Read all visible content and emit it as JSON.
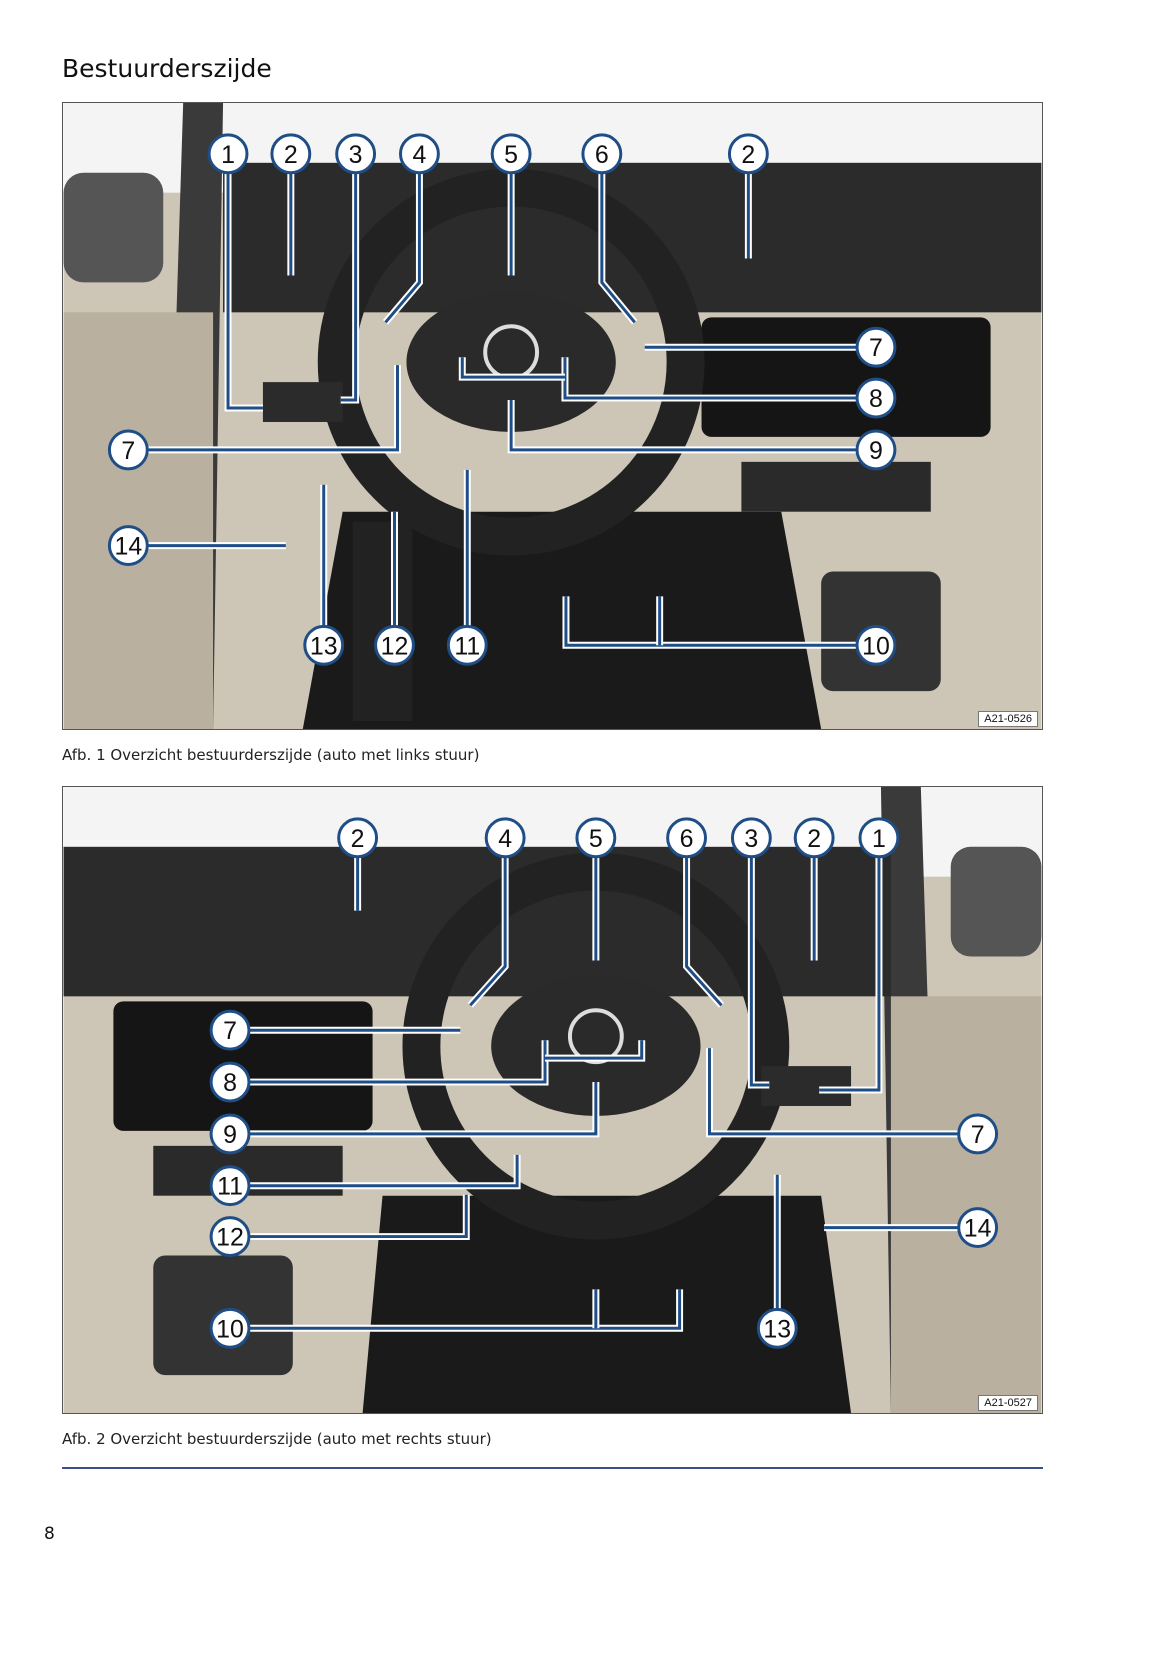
{
  "page": {
    "title": "Bestuurderszijde",
    "page_number": "8"
  },
  "figures": [
    {
      "code": "A21-0526",
      "caption": "Afb. 1 Overzicht bestuurderszijde (auto met links stuur)",
      "callouts": [
        "1",
        "2",
        "3",
        "4",
        "5",
        "6",
        "2",
        "7",
        "8",
        "9",
        "7",
        "14",
        "13",
        "12",
        "11",
        "10"
      ]
    },
    {
      "code": "A21-0527",
      "caption": "Afb. 2 Overzicht bestuurderszijde (auto met rechts stuur)",
      "callouts": [
        "2",
        "4",
        "5",
        "6",
        "3",
        "2",
        "1",
        "7",
        "8",
        "9",
        "11",
        "12",
        "10",
        "7",
        "14",
        "13"
      ]
    }
  ],
  "colors": {
    "callout": "#1f4e87",
    "rule": "#3a4f8f"
  }
}
